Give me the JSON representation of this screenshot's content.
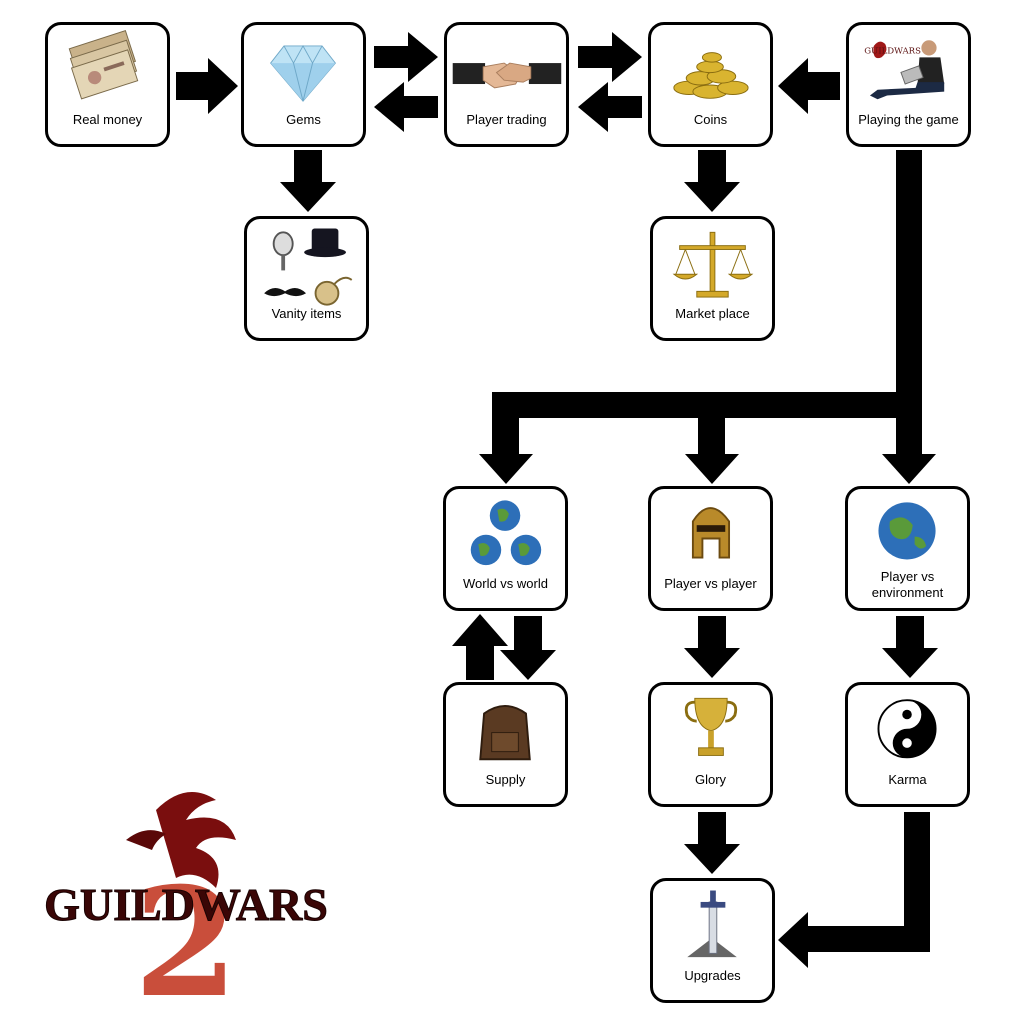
{
  "nodes": {
    "real_money": "Real money",
    "gems": "Gems",
    "player_trading": "Player trading",
    "coins": "Coins",
    "playing_the_game": "Playing the game",
    "vanity_items": "Vanity items",
    "market_place": "Market place",
    "world_vs_world": "World vs world",
    "player_vs_player": "Player vs player",
    "player_vs_environment": "Player vs environment",
    "supply": "Supply",
    "glory": "Glory",
    "karma": "Karma",
    "upgrades": "Upgrades"
  },
  "logo": {
    "text": "GUILDWARS",
    "numeral": "2"
  },
  "thumbnail_logo": {
    "text": "GUILDWARS"
  },
  "colors": {
    "arrow": "#000000",
    "box_border": "#000000",
    "logo_red": "#8a1010",
    "logo_dark": "#3a0606"
  }
}
